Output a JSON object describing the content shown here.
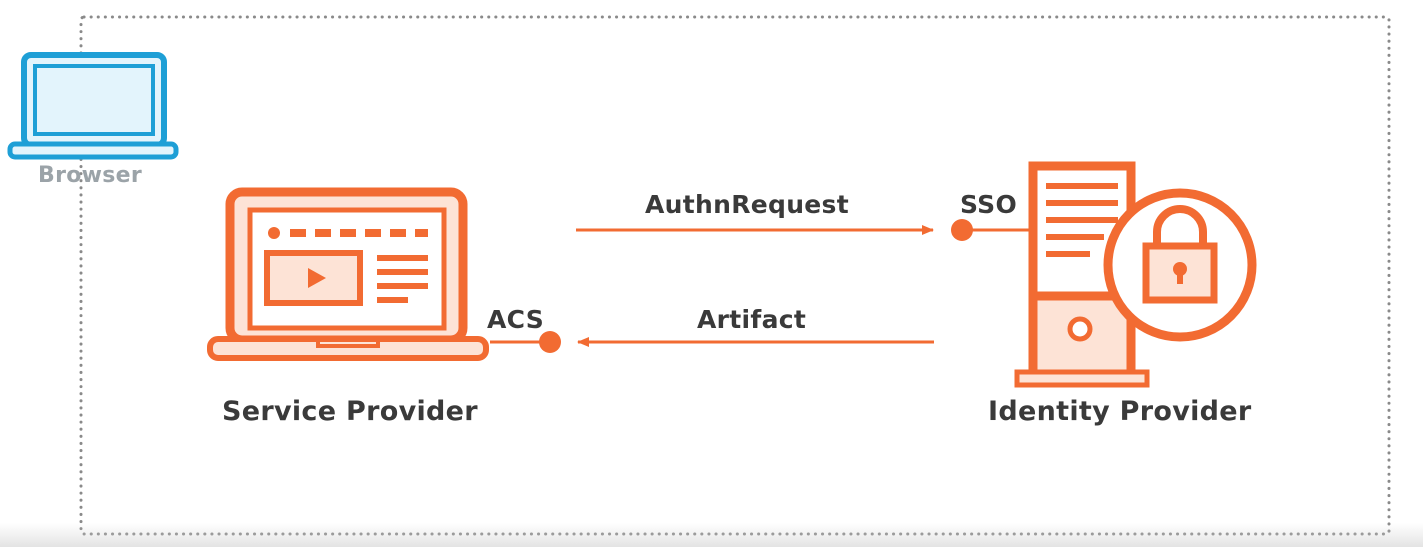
{
  "colors": {
    "accent": "#f26b32",
    "accent_fill": "#fde3d6",
    "browser_icon": "#1e9fd6",
    "browser_icon_fill": "#e3f4fc",
    "browser_label": "#9ba3a8",
    "frame_dots": "#8a8a8a",
    "text": "#3a3a3a"
  },
  "browser": {
    "label": "Browser",
    "icon": "laptop-icon"
  },
  "service_provider": {
    "label": "Service Provider",
    "icon": "laptop-video-page-icon",
    "endpoint_label": "ACS"
  },
  "identity_provider": {
    "label": "Identity Provider",
    "icon": "server-lock-icon",
    "endpoint_label": "SSO"
  },
  "messages": [
    {
      "label": "AuthnRequest",
      "direction": "service-provider-to-identity-provider"
    },
    {
      "label": "Artifact",
      "direction": "identity-provider-to-service-provider"
    }
  ]
}
